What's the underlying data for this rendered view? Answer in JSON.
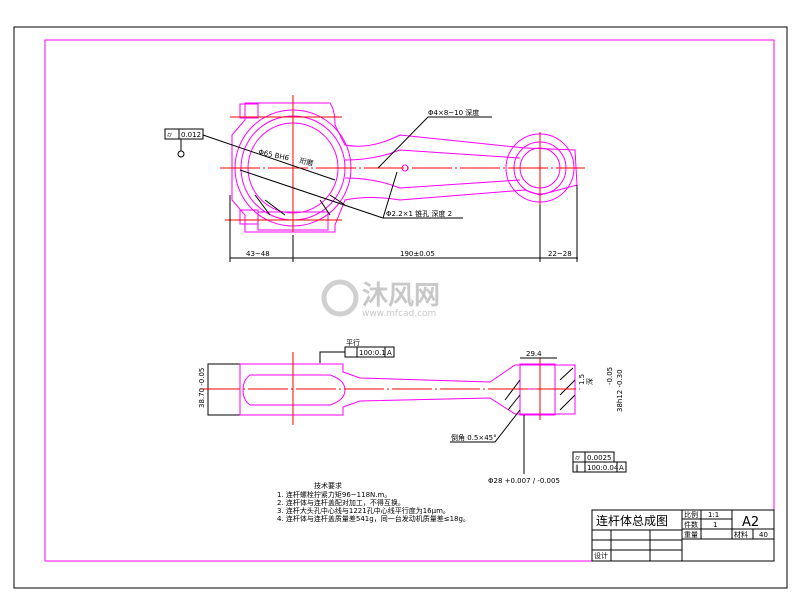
{
  "drawing": {
    "top_view": {
      "dim_left": "43~48",
      "dim_center": "190±0.05",
      "dim_right": "22~28",
      "bore_label": "Φ65 BH6",
      "bore_note": "珩磨",
      "leader_note_1": "Φ4×8~10 深度",
      "leader_note_2": "Φ2.2×1 锥孔 深度 2",
      "tolerance_symbol": "⌭",
      "tolerance_value": "0.012"
    },
    "side_view": {
      "left_dim": "38.70 -0.05",
      "parallel_label": "平行",
      "parallel_value": "100:0.1",
      "datum": "A",
      "width_dim": "29.4",
      "oil_hole": "1.5",
      "oil_hole_note": "深",
      "right_dim": "38h12 -0.30",
      "right_dim_upper": "-0.05",
      "chamfer_note": "倒角 0.5×45°",
      "bore_dim": "Φ28 +0.007 / -0.005",
      "cyl_value": "0.0025",
      "par_value": "100:0.04",
      "datum2": "A"
    },
    "tech_requirements": {
      "title": "技术要求",
      "items": [
        "1. 连杆螺栓拧紧力矩96~118N.m。",
        "2. 连杆体与连杆盖配对加工，不得互换。",
        "3. 连杆大头孔中心线与1221孔中心线平行度为16μm。",
        "4. 连杆体与连杆盖质量差541g，同一台发动机质量差≤18g。"
      ]
    }
  },
  "title_block": {
    "name": "连杆体总成图",
    "scale_label": "比例",
    "scale_value": "1:1",
    "qty_label": "件数",
    "qty_value": "1",
    "sheet_size": "A2",
    "weight_label": "重量",
    "material_label": "材料",
    "material_value": "40",
    "designer_label": "设计"
  },
  "watermark": {
    "brand": "沐风网",
    "url": "www.mfcad.com"
  },
  "colors": {
    "part": "#ff00ff",
    "centerline": "#ff0000",
    "frame": "#000000"
  }
}
